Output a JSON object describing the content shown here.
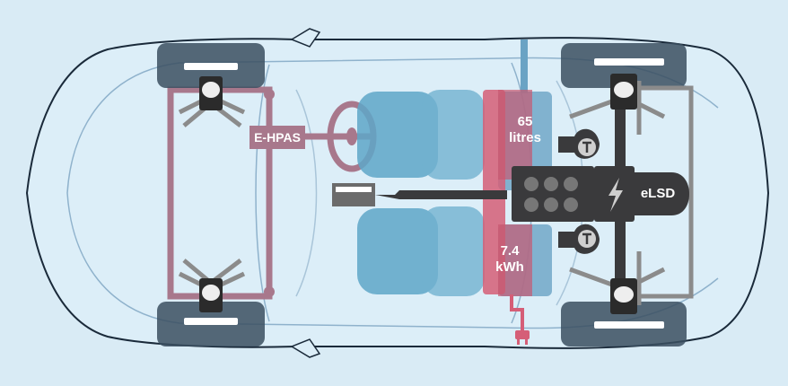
{
  "labels": {
    "steering": "E-HPAS",
    "fuel_capacity_line1": "65",
    "fuel_capacity_line2": "litres",
    "battery_capacity_line1": "7.4",
    "battery_capacity_line2": "kWh",
    "differential": "eLSD"
  },
  "colors": {
    "background": "#d9ebf5",
    "body_outline": "#8fb2cc",
    "chassis_outline": "#1a2a3a",
    "steering_rack": "#a8788c",
    "seats": "#5fa7c9",
    "fuel_line": "#6aa3c4",
    "battery_cable": "#d55e77",
    "drivetrain": "#3a3a3c",
    "suspension": "#8b8b8b",
    "tyres": "#3b4f60"
  },
  "icons": {
    "motor": "lightning-bolt-icon",
    "turbo": "turbocharger-icon",
    "charge_port": "plug-icon",
    "engine": "engine-cylinders-icon"
  }
}
